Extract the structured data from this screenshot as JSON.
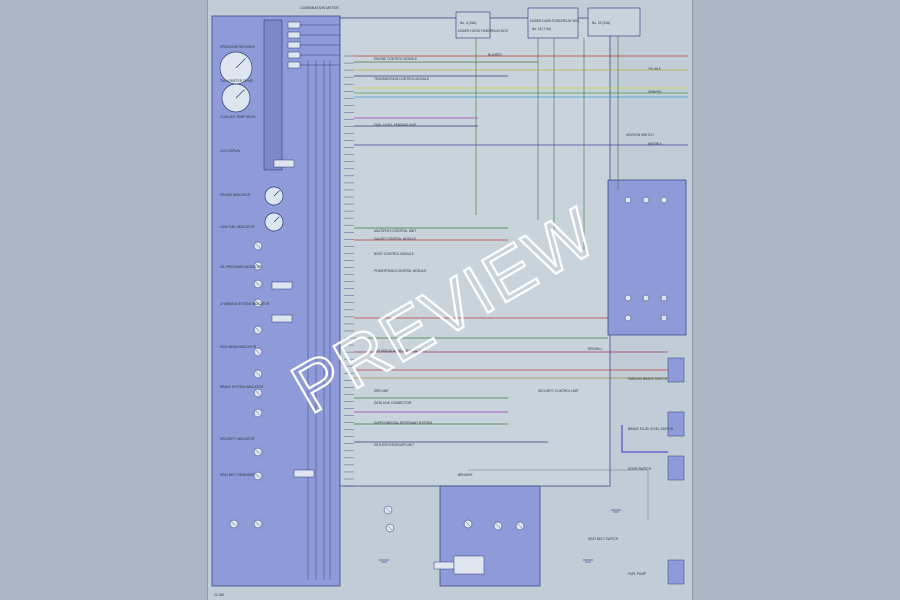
{
  "diagram": {
    "header_text": "COMBINATION METER",
    "page_number": "22-188",
    "left_panel_labels": [
      "SPEEDOMETER DRIVE",
      "TACHOMETER DRIVE",
      "COOLANT TEMP DRIVE",
      "LCD DISPLAY",
      "CRUISE INDICATOR",
      "LOW FUEL INDICATOR",
      "OIL PRESSURE INDICATOR",
      "CHARGING SYSTEM INDICATOR",
      "HIGH BEAM INDICATOR",
      "BRAKE SYSTEM INDICATOR",
      "SECURITY INDICATOR",
      "SEAT BELT REMINDER"
    ],
    "center_labels": [
      "ENGINE CONTROL MODULE",
      "TRANSMISSION CONTROL MODULE",
      "FUEL LEVEL SENDING UNIT",
      "MULTIPLEX CONTROL UNIT",
      "GAUGE CONTROL MODULE",
      "BODY CONTROL MODULE",
      "POWERTRAIN CONTROL MODULE",
      "ABS MODULATOR-CONTROL UNIT",
      "SRS UNIT",
      "DATA LINK CONNECTOR",
      "SUPPLEMENTAL RESTRAINT SYSTEM",
      "KEYLESS RECEIVER UNIT"
    ],
    "right_labels": [
      "UNDER-HOOD FUSE/RELAY BOX",
      "UNDER-DASH FUSE/RELAY BOX",
      "IGNITION SWITCH",
      "PARKING BRAKE SWITCH",
      "BRAKE FLUID LEVEL SWITCH",
      "DOOR SWITCH",
      "SEAT BELT SWITCH",
      "FUEL PUMP",
      "SECURITY CONTROL UNIT"
    ],
    "wire_labels": [
      "BLU/RED",
      "YEL/BLK",
      "GRN/YEL",
      "WHT/BLK",
      "RED/BLU",
      "BRN/WHT"
    ],
    "fuse_labels": [
      "No. 4 (15A)",
      "No. 18 (7.5A)",
      "No. 22 (10A)"
    ],
    "watermark": "PREVIEW"
  }
}
